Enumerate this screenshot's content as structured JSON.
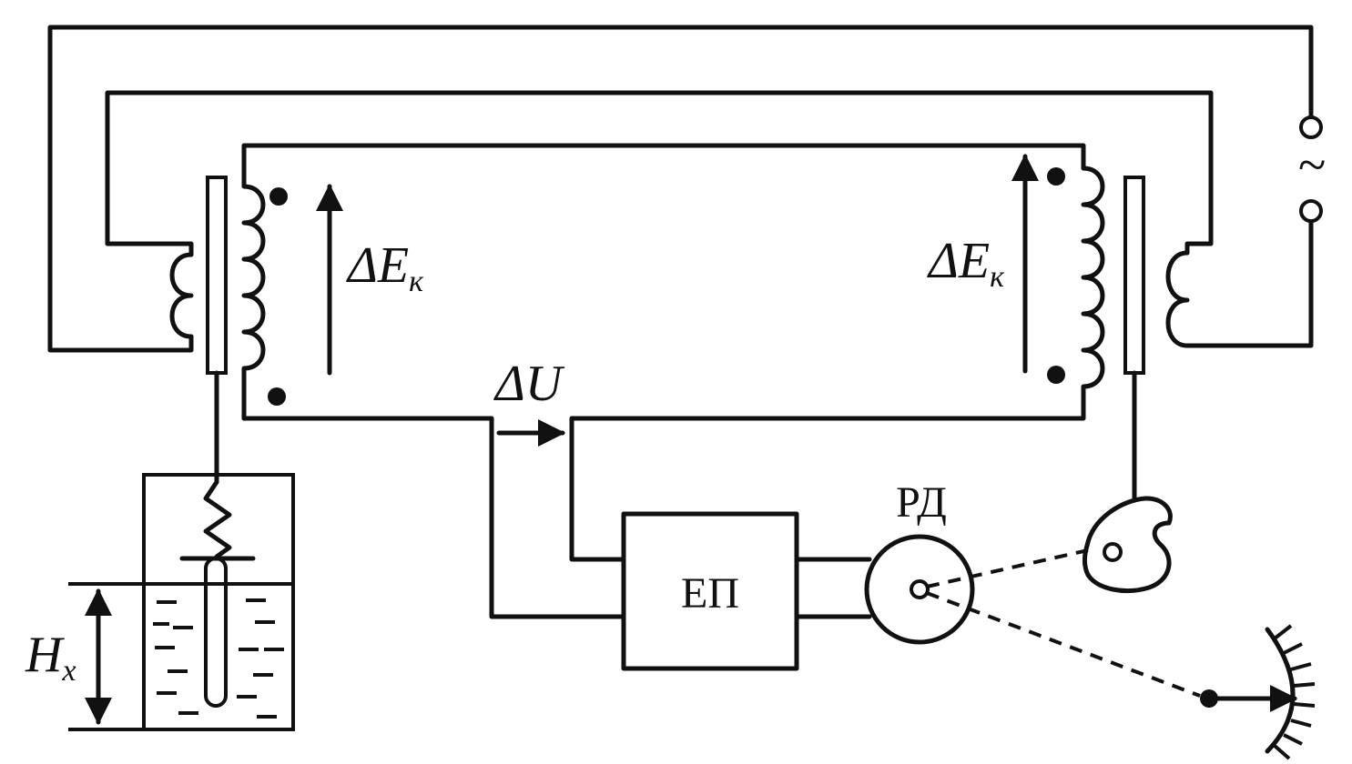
{
  "labels": {
    "delta_e_left": "ΔE",
    "delta_e_left_sub": "к",
    "delta_e_right": "ΔE",
    "delta_e_right_sub": "к",
    "delta_u": "ΔU",
    "amplifier": "ЕП",
    "motor": "РД",
    "level": "H",
    "level_sub": "x",
    "ac_source": "~"
  }
}
